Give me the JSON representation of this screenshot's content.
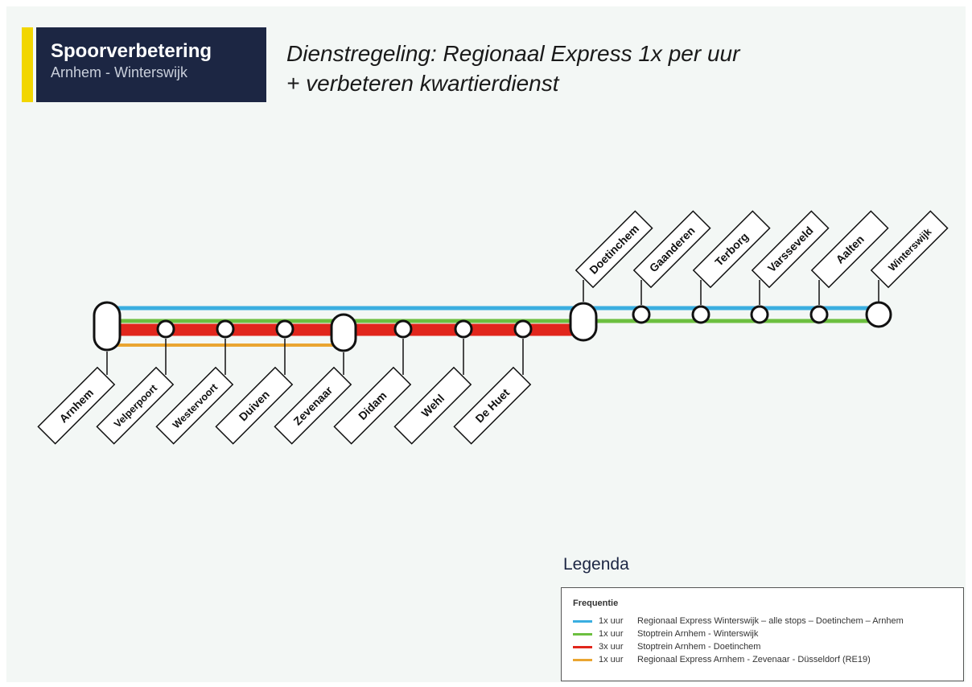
{
  "header": {
    "title": "Spoorverbetering",
    "subtitle": "Arnhem - Winterswijk",
    "headline_line1": "Dienstregeling: Regionaal Express 1x per uur",
    "headline_line2": "+ verbeteren kwartierdienst"
  },
  "stations": [
    "Arnhem",
    "Velperpoort",
    "Westervoort",
    "Duiven",
    "Zevenaar",
    "Didam",
    "Wehl",
    "De Huet",
    "Doetinchem",
    "Gaanderen",
    "Terborg",
    "Varsseveld",
    "Aalten",
    "Winterswijk"
  ],
  "colors": {
    "blue": "#3aaee0",
    "green": "#6cbf3f",
    "red": "#e1261c",
    "orange": "#eaa531",
    "navy": "#1c2643",
    "yellow": "#f2d600"
  },
  "legend": {
    "title": "Legenda",
    "heading": "Frequentie",
    "items": [
      {
        "color": "#3aaee0",
        "freq": "1x uur",
        "desc": "Regionaal Express Winterswijk – alle stops – Doetinchem – Arnhem"
      },
      {
        "color": "#6cbf3f",
        "freq": "1x uur",
        "desc": "Stoptrein Arnhem - Winterswijk"
      },
      {
        "color": "#e1261c",
        "freq": "3x uur",
        "desc": "Stoptrein Arnhem - Doetinchem"
      },
      {
        "color": "#eaa531",
        "freq": "1x uur",
        "desc": "Regionaal Express Arnhem - Zevenaar - Düsseldorf (RE19)"
      }
    ]
  }
}
